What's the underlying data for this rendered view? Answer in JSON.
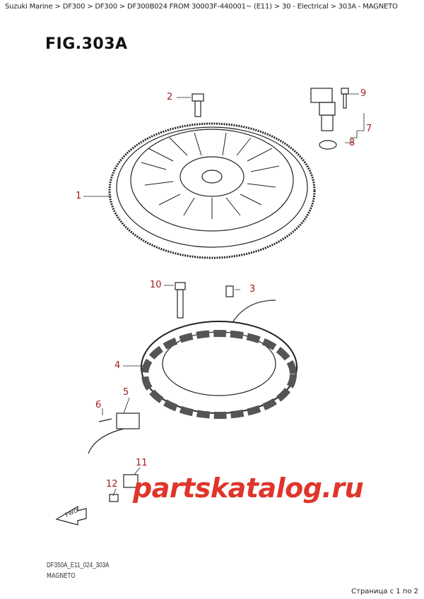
{
  "breadcrumb": "Suzuki Marine > DF300 > DF300 > DF300B024 FROM 30003F-440001~ (E11) > 30 - Electrical > 303A - MAGNETO",
  "figure_title": "FIG.303A",
  "callouts": [
    "1",
    "2",
    "3",
    "4",
    "5",
    "6",
    "7",
    "8",
    "9",
    "10",
    "11",
    "12"
  ],
  "watermark": "partskatalog.ru",
  "fwd_label": "FWD",
  "drawing_code": "DF350A_E11_024_303A",
  "caption": "MAGNETO",
  "pager": "Страница с 1 по 2",
  "colors": {
    "callout": "#a0201e",
    "watermark": "#e0352b"
  }
}
